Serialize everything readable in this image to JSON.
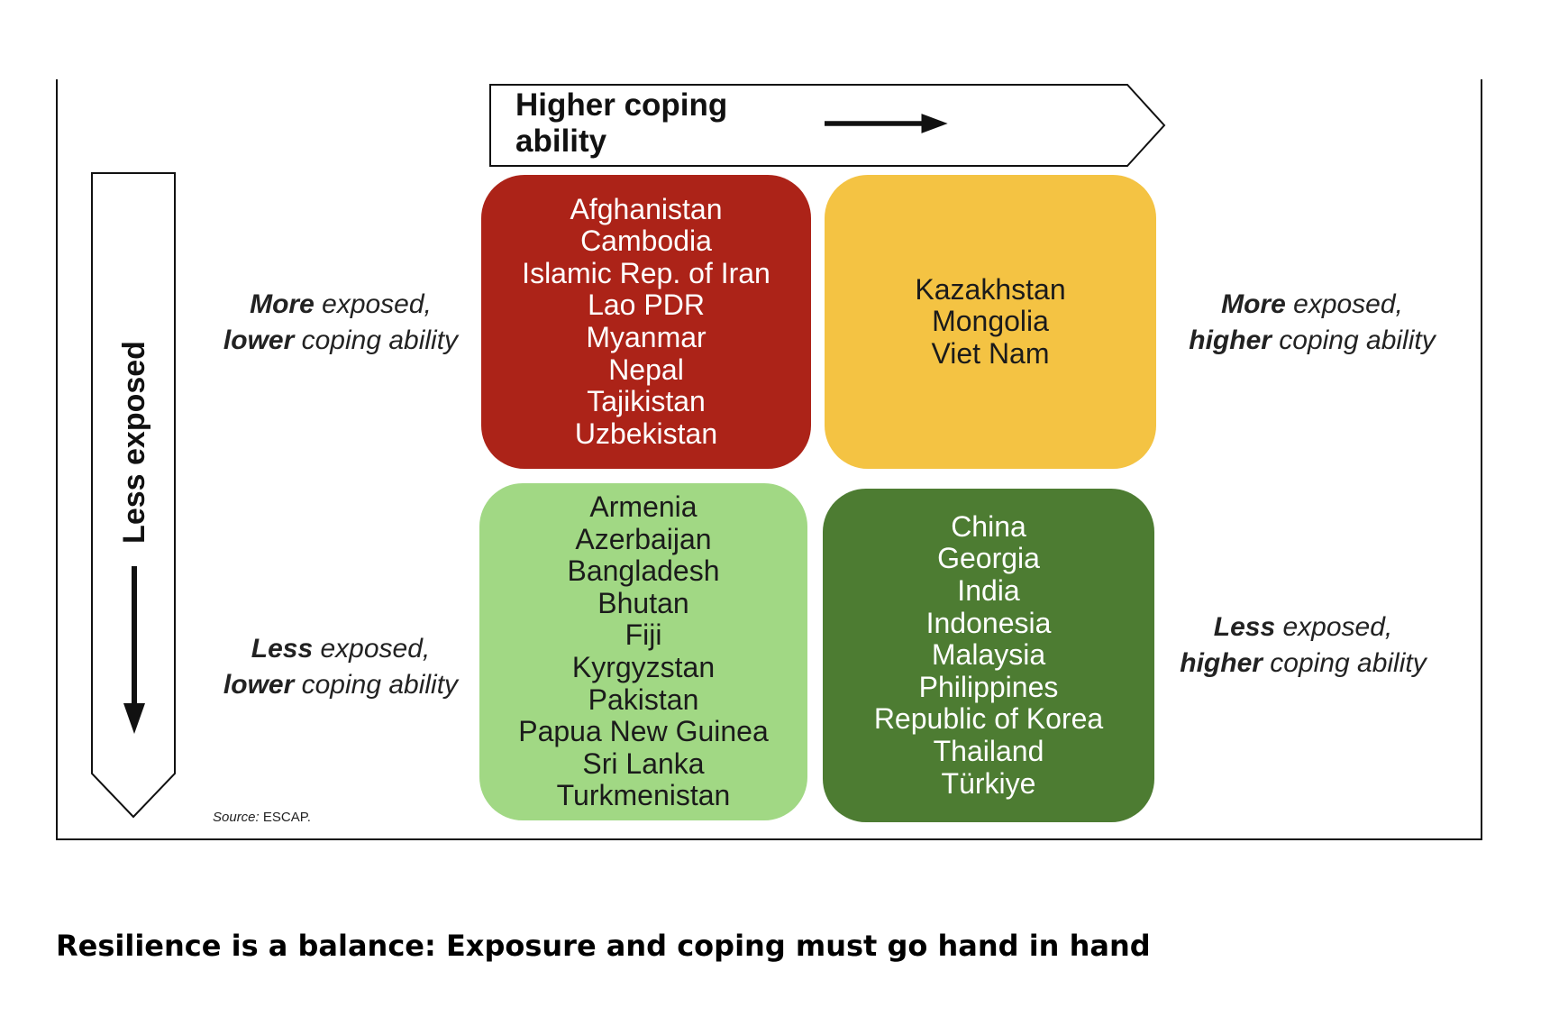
{
  "header": {
    "x_axis_label": "Higher coping ability"
  },
  "y_axis": {
    "label": "Less exposed"
  },
  "quadrant_labels": {
    "top_left": {
      "em1": "More",
      "rest1": " exposed,",
      "em2": "lower",
      "rest2": " coping ability"
    },
    "top_right": {
      "em1": "More",
      "rest1": " exposed,",
      "em2": "higher",
      "rest2": " coping ability"
    },
    "bottom_left": {
      "em1": "Less",
      "rest1": " exposed,",
      "em2": "lower",
      "rest2": " coping ability"
    },
    "bottom_right": {
      "em1": "Less",
      "rest1": " exposed,",
      "em2": "higher",
      "rest2": " coping ability"
    }
  },
  "quadrants": {
    "top_left": {
      "color": "#ac2318",
      "countries": [
        "Afghanistan",
        "Cambodia",
        "Islamic Rep. of Iran",
        "Lao PDR",
        "Myanmar",
        "Nepal",
        "Tajikistan",
        "Uzbekistan"
      ]
    },
    "top_right": {
      "color": "#f4c343",
      "countries": [
        "Kazakhstan",
        "Mongolia",
        "Viet Nam"
      ]
    },
    "bottom_left": {
      "color": "#a1d884",
      "countries": [
        "Armenia",
        "Azerbaijan",
        "Bangladesh",
        "Bhutan",
        "Fiji",
        "Kyrgyzstan",
        "Pakistan",
        "Papua New Guinea",
        "Sri Lanka",
        "Turkmenistan"
      ]
    },
    "bottom_right": {
      "color": "#4d7c32",
      "countries": [
        "China",
        "Georgia",
        "India",
        "Indonesia",
        "Malaysia",
        "Philippines",
        "Republic of Korea",
        "Thailand",
        "Türkiye"
      ]
    }
  },
  "source": {
    "label": "Source:",
    "value": " ESCAP."
  },
  "caption": "Resilience is a balance: Exposure and coping must go hand in hand"
}
